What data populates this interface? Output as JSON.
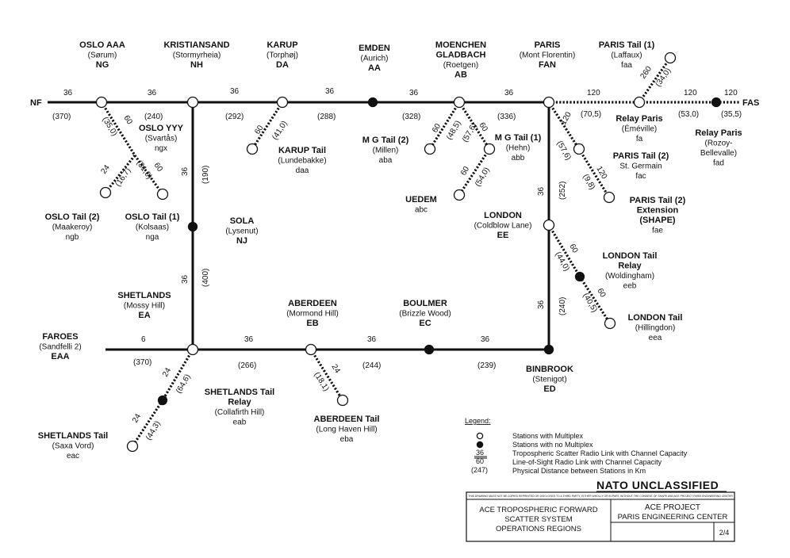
{
  "stations": [
    {
      "id": "oslo_aaa",
      "name": [
        "OSLO AAA"
      ],
      "sub": [
        "(Sørum)"
      ],
      "code": "NG"
    },
    {
      "id": "kristiansand",
      "name": [
        "KRISTIANSAND"
      ],
      "sub": [
        "(Stormyrheia)"
      ],
      "code": "NH"
    },
    {
      "id": "karup",
      "name": [
        "KARUP"
      ],
      "sub": [
        "(Torphøj)"
      ],
      "code": "DA"
    },
    {
      "id": "emden",
      "name": [
        "EMDEN"
      ],
      "sub": [
        "(Aurich)"
      ],
      "code": "AA"
    },
    {
      "id": "moenchen",
      "name": [
        "MOENCHEN",
        "GLADBACH"
      ],
      "sub": [
        "(Roetgen)"
      ],
      "code": "AB"
    },
    {
      "id": "paris",
      "name": [
        "PARIS"
      ],
      "sub": [
        "(Mont Florentin)"
      ],
      "code": "FAN"
    },
    {
      "id": "paris_tail1",
      "name": [
        "PARIS Tail (1)"
      ],
      "sub": [
        "(Laffaux)"
      ],
      "code": "faa"
    },
    {
      "id": "relay_paris",
      "name": [
        "Relay Paris"
      ],
      "sub": [
        "(Éméville)"
      ],
      "code": "fa"
    },
    {
      "id": "relay_paris2",
      "name": [
        "Relay Paris"
      ],
      "sub": [
        "(Rozoy-",
        "Bellevalle)"
      ],
      "code": "fad"
    },
    {
      "id": "paris_tail2",
      "name": [
        "PARIS Tail (2)"
      ],
      "sub": [
        "St. Germain"
      ],
      "code": "fac"
    },
    {
      "id": "paris_tail2ext",
      "name": [
        "PARIS Tail (2)",
        "Extension",
        "(SHAPE)"
      ],
      "sub": [],
      "code": "fae"
    },
    {
      "id": "oslo_yyy",
      "name": [
        "OSLO YYY"
      ],
      "sub": [
        "(Svartås)"
      ],
      "code": "ngx"
    },
    {
      "id": "karup_tail",
      "name": [
        "KARUP Tail"
      ],
      "sub": [
        "(Lundebakke)"
      ],
      "code": "daa"
    },
    {
      "id": "mg_tail2",
      "name": [
        "M G Tail (2)"
      ],
      "sub": [
        "(Millen)"
      ],
      "code": "aba"
    },
    {
      "id": "mg_tail1",
      "name": [
        "M G Tail (1)"
      ],
      "sub": [
        "(Hehn)"
      ],
      "code": "abb"
    },
    {
      "id": "uedem",
      "name": [
        "UEDEM"
      ],
      "sub": [],
      "code": "abc"
    },
    {
      "id": "oslo_tail2",
      "name": [
        "OSLO Tail (2)"
      ],
      "sub": [
        "(Maakeroy)"
      ],
      "code": "ngb"
    },
    {
      "id": "oslo_tail1",
      "name": [
        "OSLO Tail (1)"
      ],
      "sub": [
        "(Kolsaas)"
      ],
      "code": "nga"
    },
    {
      "id": "sola",
      "name": [
        "SOLA"
      ],
      "sub": [
        "(Lysenut)"
      ],
      "code": "NJ"
    },
    {
      "id": "london",
      "name": [
        "LONDON"
      ],
      "sub": [
        "(Coldblow Lane)"
      ],
      "code": "EE"
    },
    {
      "id": "london_tail_relay",
      "name": [
        "LONDON Tail",
        "Relay"
      ],
      "sub": [
        "(Woldingham)"
      ],
      "code": "eeb"
    },
    {
      "id": "london_tail",
      "name": [
        "LONDON Tail"
      ],
      "sub": [
        "(Hillingdon)"
      ],
      "code": "eea"
    },
    {
      "id": "shetlands",
      "name": [
        "SHETLANDS"
      ],
      "sub": [
        "(Mossy Hill)"
      ],
      "code": "EA"
    },
    {
      "id": "aberdeen",
      "name": [
        "ABERDEEN"
      ],
      "sub": [
        "(Mormond Hill)"
      ],
      "code": "EB"
    },
    {
      "id": "boulmer",
      "name": [
        "BOULMER"
      ],
      "sub": [
        "(Brizzle Wood)"
      ],
      "code": "EC"
    },
    {
      "id": "faroes",
      "name": [
        "FAROES"
      ],
      "sub": [
        "(Sandfelli 2)"
      ],
      "code": "EAA"
    },
    {
      "id": "binbrook",
      "name": [
        "BINBROOK"
      ],
      "sub": [
        "(Stenigot)"
      ],
      "code": "ED"
    },
    {
      "id": "shetlands_tail_relay",
      "name": [
        "SHETLANDS Tail",
        "Relay"
      ],
      "sub": [
        "(Collafirth Hill)"
      ],
      "code": "eab"
    },
    {
      "id": "aberdeen_tail",
      "name": [
        "ABERDEEN Tail"
      ],
      "sub": [
        "(Long Haven Hill)"
      ],
      "code": "eba"
    },
    {
      "id": "shetlands_tail",
      "name": [
        "SHETLANDS Tail"
      ],
      "sub": [
        "(Saxa Vord)"
      ],
      "code": "eac"
    }
  ],
  "link_labels": {
    "nf": "NF",
    "fas": "FAS",
    "c_nf_oslo": "36",
    "d_nf_oslo": "(370)",
    "c_oslo_kris": "36",
    "d_oslo_kris": "(240)",
    "c_kris_karup": "36",
    "d_kris_karup": "(292)",
    "c_karup_emden": "36",
    "d_karup_emden": "(288)",
    "c_emden_mg": "36",
    "d_emden_mg": "(328)",
    "c_mg_paris": "36",
    "d_mg_paris": "(336)",
    "c_paris_relay": "120",
    "d_paris_relay": "(70,5)",
    "c_relay_fad": "120",
    "d_relay_fad": "(53,0)",
    "c_fad_fas": "120",
    "d_fad_fas": "(35,5)",
    "c_relay_tail1": "260",
    "d_relay_tail1": "(34,0)",
    "c_oslo_yyy": "60",
    "d_oslo_yyy": "(35,0)",
    "c_yyy_t2": "24",
    "d_yyy_t2": "(16,7)",
    "c_yyy_t1": "60",
    "d_yyy_t1": "(31,0)",
    "c_kris_sola": "36",
    "d_kris_sola": "(190)",
    "c_sola_shet": "36",
    "d_sola_shet": "(400)",
    "c_karup_tail": "60",
    "d_karup_tail": "(41,0)",
    "c_mg_t2": "60",
    "d_mg_t2": "(48,5)",
    "c_mg_t1": "60",
    "d_mg_t1": "(57,6)",
    "c_t1_uedem": "60",
    "d_t1_uedem": "(54,0)",
    "c_paris_fac": "120",
    "d_paris_fac": "(57,6)",
    "c_fac_fae": "120",
    "d_fac_fae": "(9,8)",
    "c_paris_london": "36",
    "d_paris_london": "(252)",
    "c_london_relay": "60",
    "d_london_relay": "(44,0)",
    "c_relay_eea": "60",
    "d_relay_eea": "(40,5)",
    "c_london_binb": "36",
    "d_london_binb": "(240)",
    "c_far_shet": "6",
    "d_far_shet": "(370)",
    "c_shet_aber": "36",
    "d_shet_aber": "(266)",
    "c_aber_boul": "36",
    "d_aber_boul": "(244)",
    "c_boul_binb": "36",
    "d_boul_binb": "(239)",
    "c_shet_relay": "24",
    "d_shet_relay": "(64,6)",
    "c_relay_eac": "24",
    "d_relay_eac": "(44,3)",
    "c_aber_tail": "24",
    "d_aber_tail": "(18,1)"
  },
  "legend": {
    "title": "Legend:",
    "items": [
      {
        "symbol": "Stations with Multiplex"
      },
      {
        "symbol": "Stations with no Multiplex"
      },
      {
        "key": "36",
        "text": "Tropospheric Scatter Radio Link with Channel Capacity"
      },
      {
        "key": "60",
        "text": "Line-of-Sight Radio Link with Channel Capacity"
      },
      {
        "key": "(247)",
        "text": "Physical Distance between Stations in Km"
      }
    ]
  },
  "title_block": {
    "classification": "NATO UNCLASSIFIED",
    "notice": "THIS DRAWING MUST NOT BE COPIED REPRINTED OR DISCLOSED TO A THIRD PARTY, EITHER WHOLLY OR IN PART, WITHOUT THE CONSENT OF SHAPE AND ACE PROJECT PARIS ENGINEERING CENTER",
    "left_lines": [
      "ACE TROPOSPHERIC FORWARD",
      "SCATTER SYSTEM",
      "OPERATIONS REGIONS"
    ],
    "right_lines": [
      "ACE PROJECT",
      "PARIS ENGINEERING CENTER"
    ],
    "page": "2/4"
  }
}
